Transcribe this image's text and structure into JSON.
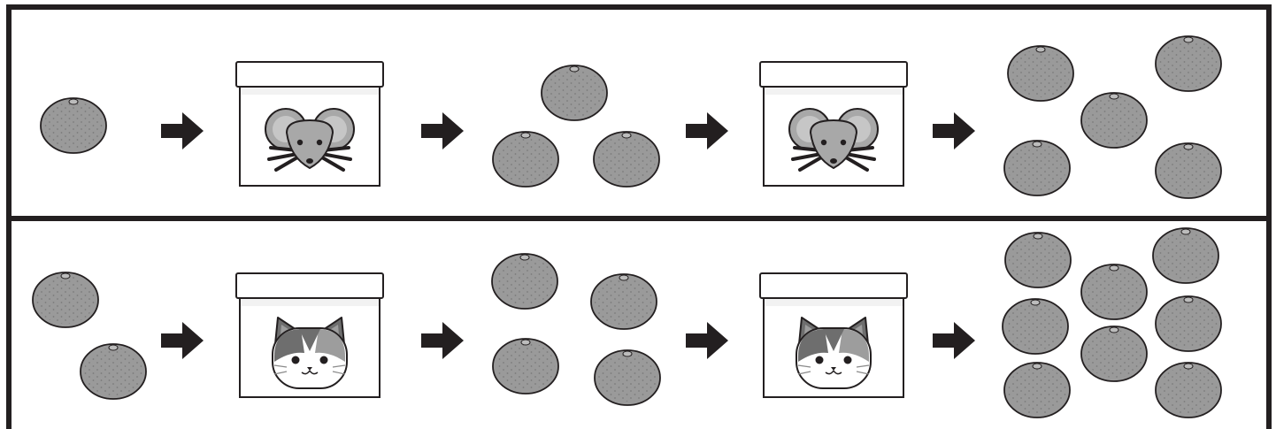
{
  "colors": {
    "frame": "#231f20",
    "orange_fill": "#9a9a9a",
    "orange_stroke": "#231f20",
    "box_fill": "#ffffff",
    "box_band": "#f2f2f2",
    "arrow": "#231f20",
    "mouse_fill": "#a8a8a8",
    "mouse_inner_ear": "#c6c6c6",
    "cat_dark": "#6e6e6e",
    "cat_gray": "#9d9d9d",
    "cat_white": "#ffffff"
  },
  "rows": [
    {
      "name": "mouse-row",
      "animal": "mouse",
      "icons": [
        "orange-icon",
        "arrow-icon",
        "box-icon",
        "mouse-face-icon"
      ],
      "counts": {
        "input": 1,
        "after_first_box": 3,
        "after_second_box": 5
      }
    },
    {
      "name": "cat-row",
      "animal": "cat",
      "icons": [
        "orange-icon",
        "arrow-icon",
        "box-icon",
        "cat-face-icon"
      ],
      "counts": {
        "input": 2,
        "after_first_box": 4,
        "after_second_box": 8
      }
    }
  ]
}
